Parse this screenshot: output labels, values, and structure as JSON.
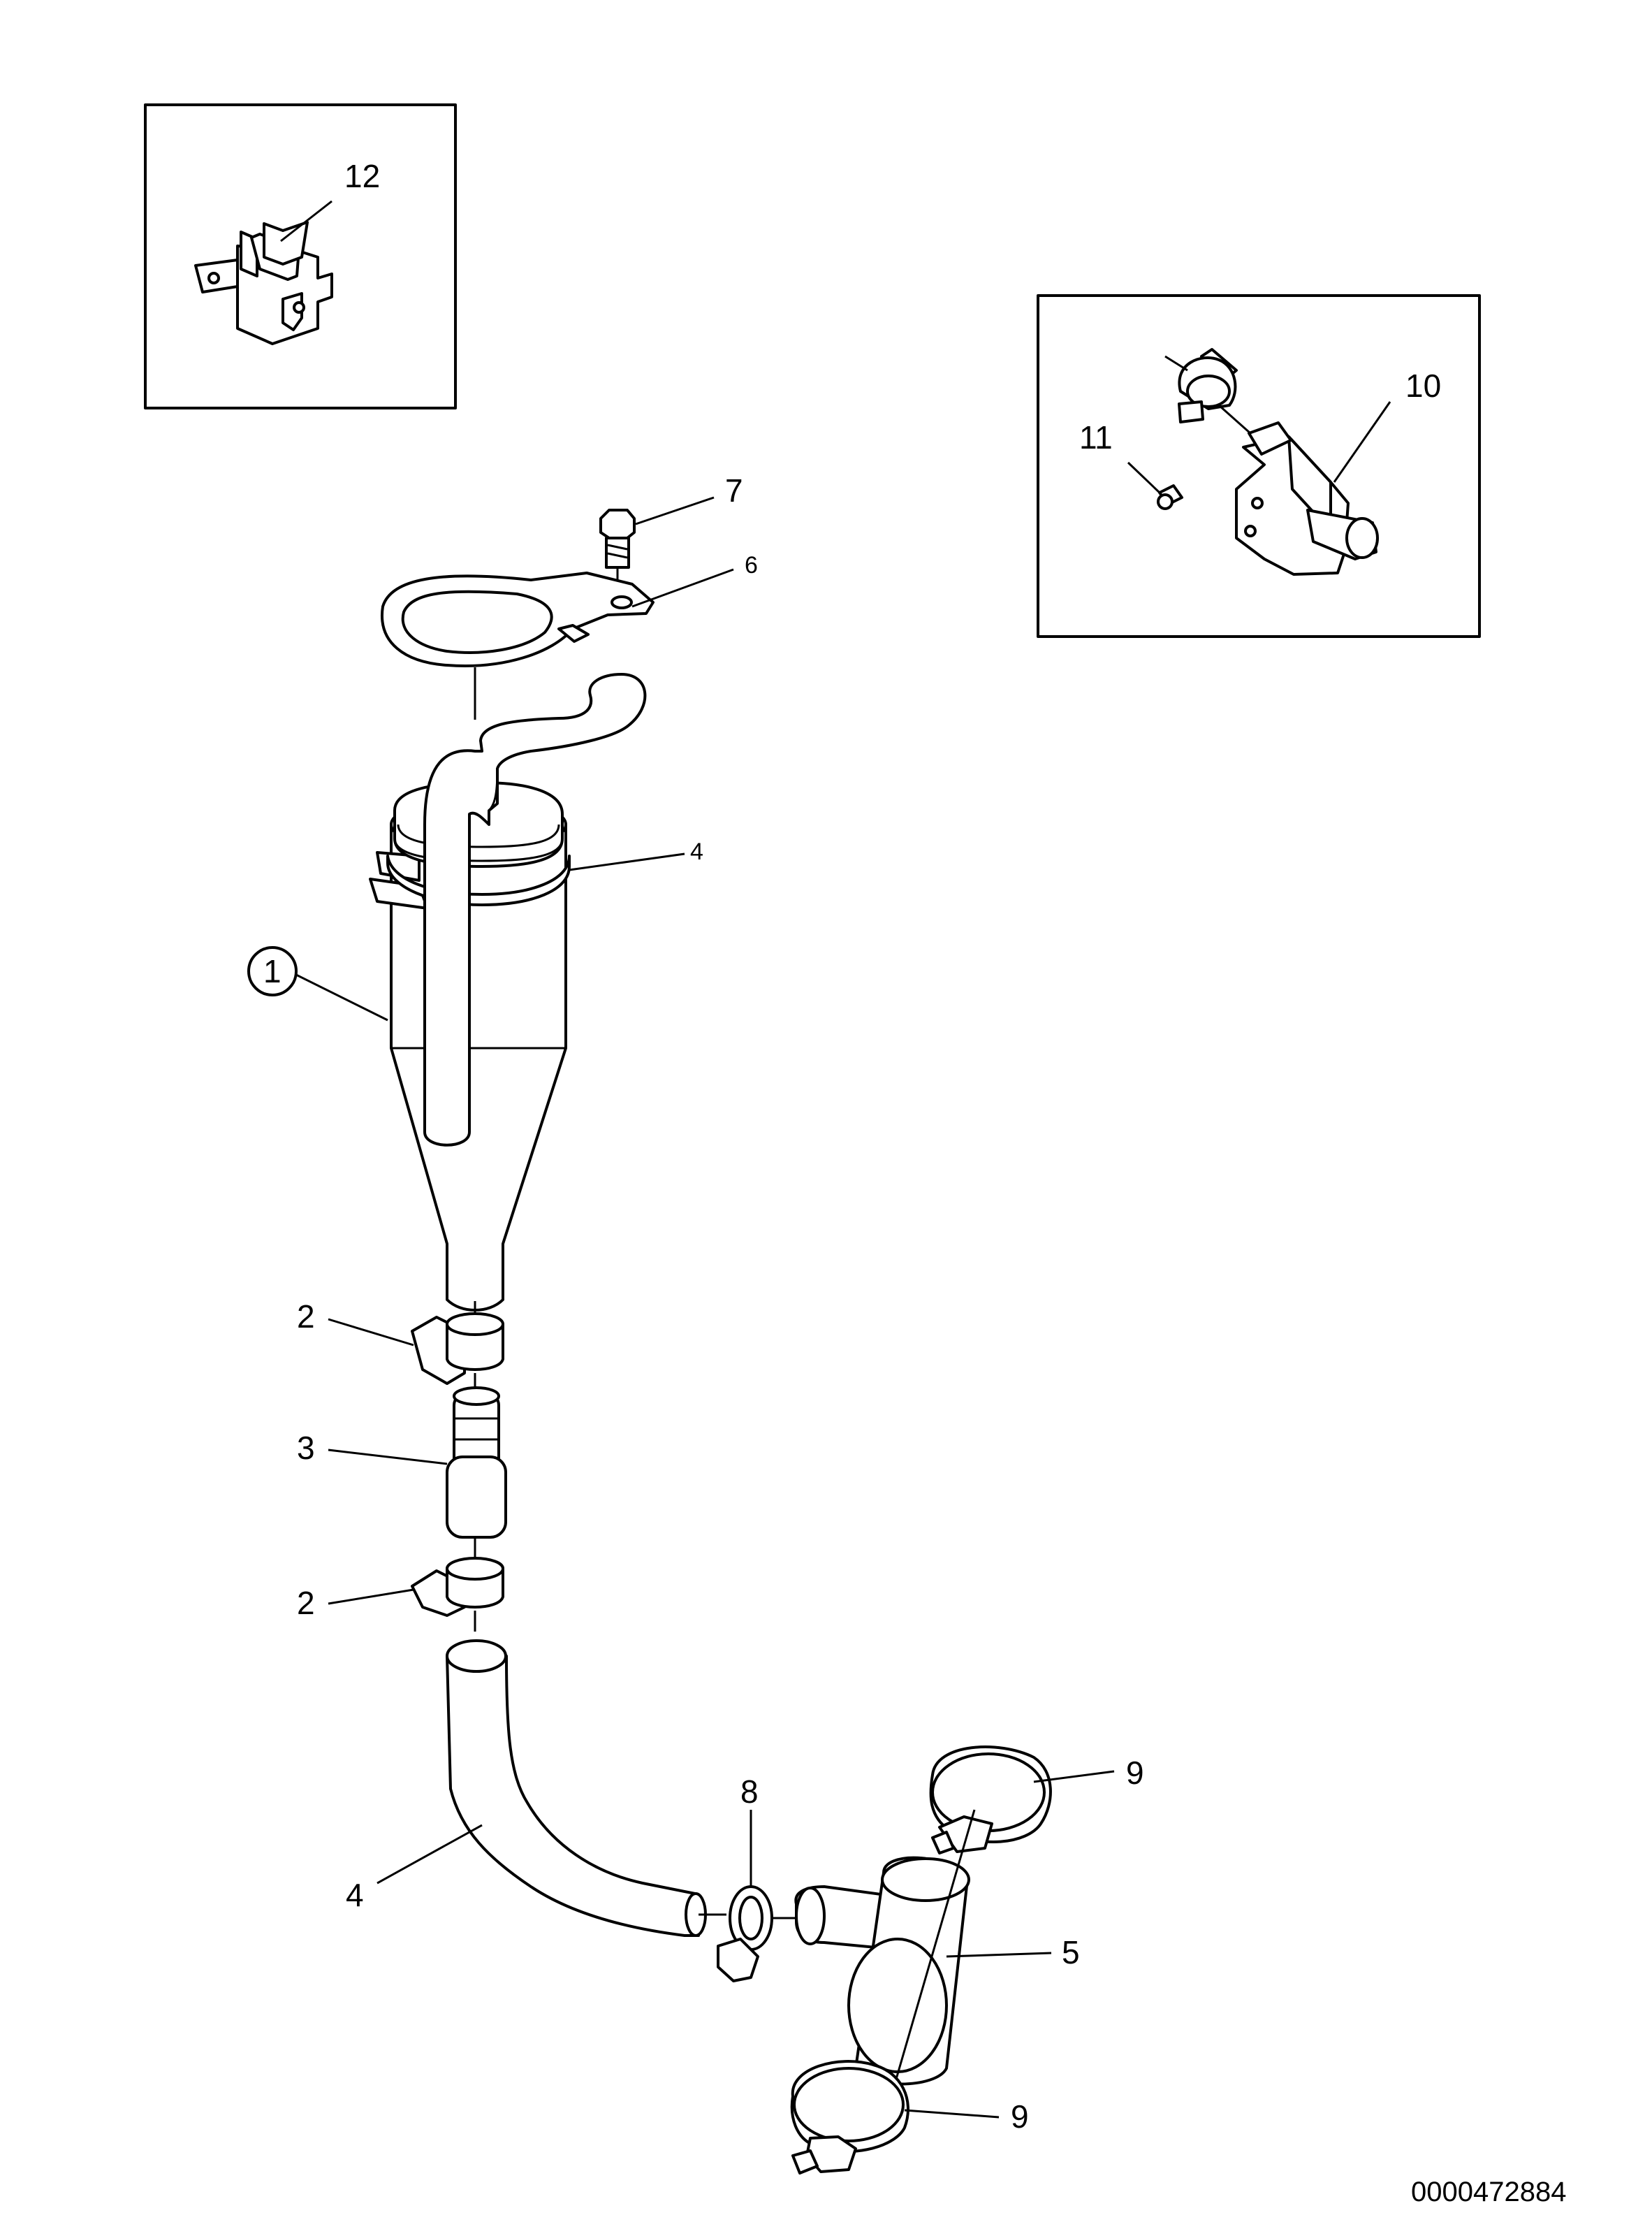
{
  "diagram": {
    "reference_number": "0000472884",
    "callouts": {
      "c1": "1",
      "c2a": "2",
      "c2b": "2",
      "c3": "3",
      "c4a": "4",
      "c4b": "4",
      "c5": "5",
      "c6": "6",
      "c7": "7",
      "c8": "8",
      "c9a": "9",
      "c9b": "9",
      "c10": "10",
      "c11": "11",
      "c12": "12"
    },
    "colors": {
      "line": "#000000",
      "background": "#ffffff"
    }
  }
}
